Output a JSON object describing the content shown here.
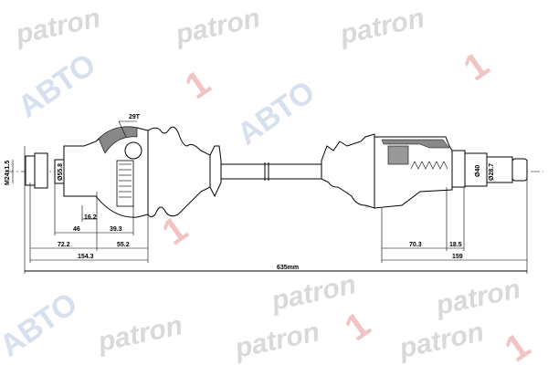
{
  "watermarks": {
    "brand": "patron",
    "logo_text": "АВТО",
    "logo_number": "1"
  },
  "dimensions": {
    "thread": "M24x1.5",
    "outer_diameter": "Ø55.8",
    "teeth": "29T",
    "d_16_2": "16.2",
    "d_46": "46",
    "d_39_3": "39.3",
    "d_72_2": "72.2",
    "d_55_2": "55.2",
    "d_154_3": "154.3",
    "total_length": "635mm",
    "d_70_3": "70.3",
    "d_18_5": "18.5",
    "d_159": "159",
    "inner_diameter_40": "Ø40",
    "inner_diameter_28_7": "Ø28.7"
  },
  "colors": {
    "watermark_gray": "#d9d9d9",
    "watermark_blue": "#d6e0ef",
    "watermark_red": "#f2c4c4"
  }
}
